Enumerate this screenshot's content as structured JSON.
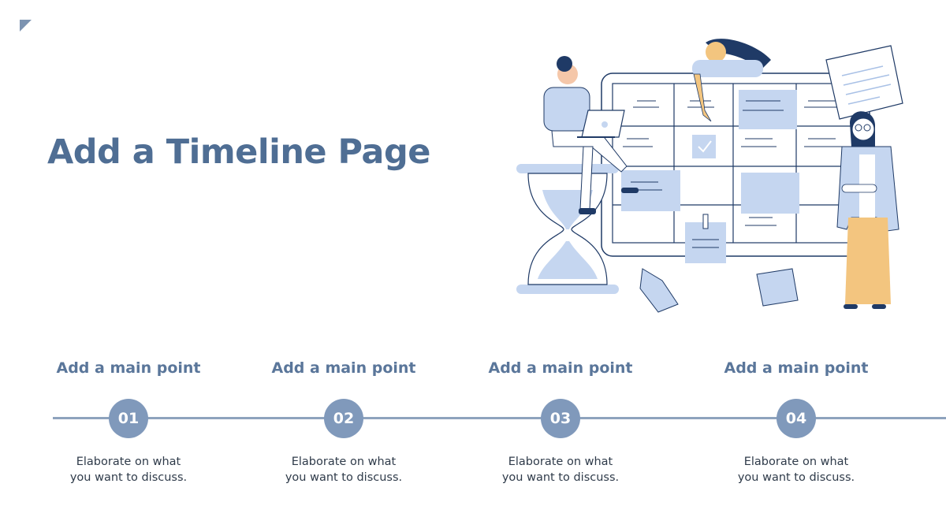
{
  "page": {
    "title": "Add a Timeline Page"
  },
  "illustration": {
    "icons": [
      "hourglass-icon",
      "calendar-grid-icon",
      "checkmark-icon",
      "paper-note-icon",
      "laptop-icon"
    ],
    "colors": {
      "navy": "#1f3a66",
      "light_blue": "#c5d6f0",
      "mid_blue": "#a9c1e6",
      "mustard": "#f3c57f",
      "skin": "#f5c7a9"
    }
  },
  "timeline": {
    "colors": {
      "line": "#8ea3bd",
      "circle": "#8099bb",
      "heading": "#5a769a",
      "title": "#4f6e94"
    },
    "steps": [
      {
        "heading": "Add a main point",
        "number": "01",
        "body_line1": "Elaborate on what",
        "body_line2": "you want to discuss."
      },
      {
        "heading": "Add a main point",
        "number": "02",
        "body_line1": "Elaborate on what",
        "body_line2": "you want to discuss."
      },
      {
        "heading": "Add a main point",
        "number": "03",
        "body_line1": "Elaborate on what",
        "body_line2": "you want to discuss."
      },
      {
        "heading": "Add a main point",
        "number": "04",
        "body_line1": "Elaborate on what",
        "body_line2": "you want to discuss."
      }
    ]
  }
}
